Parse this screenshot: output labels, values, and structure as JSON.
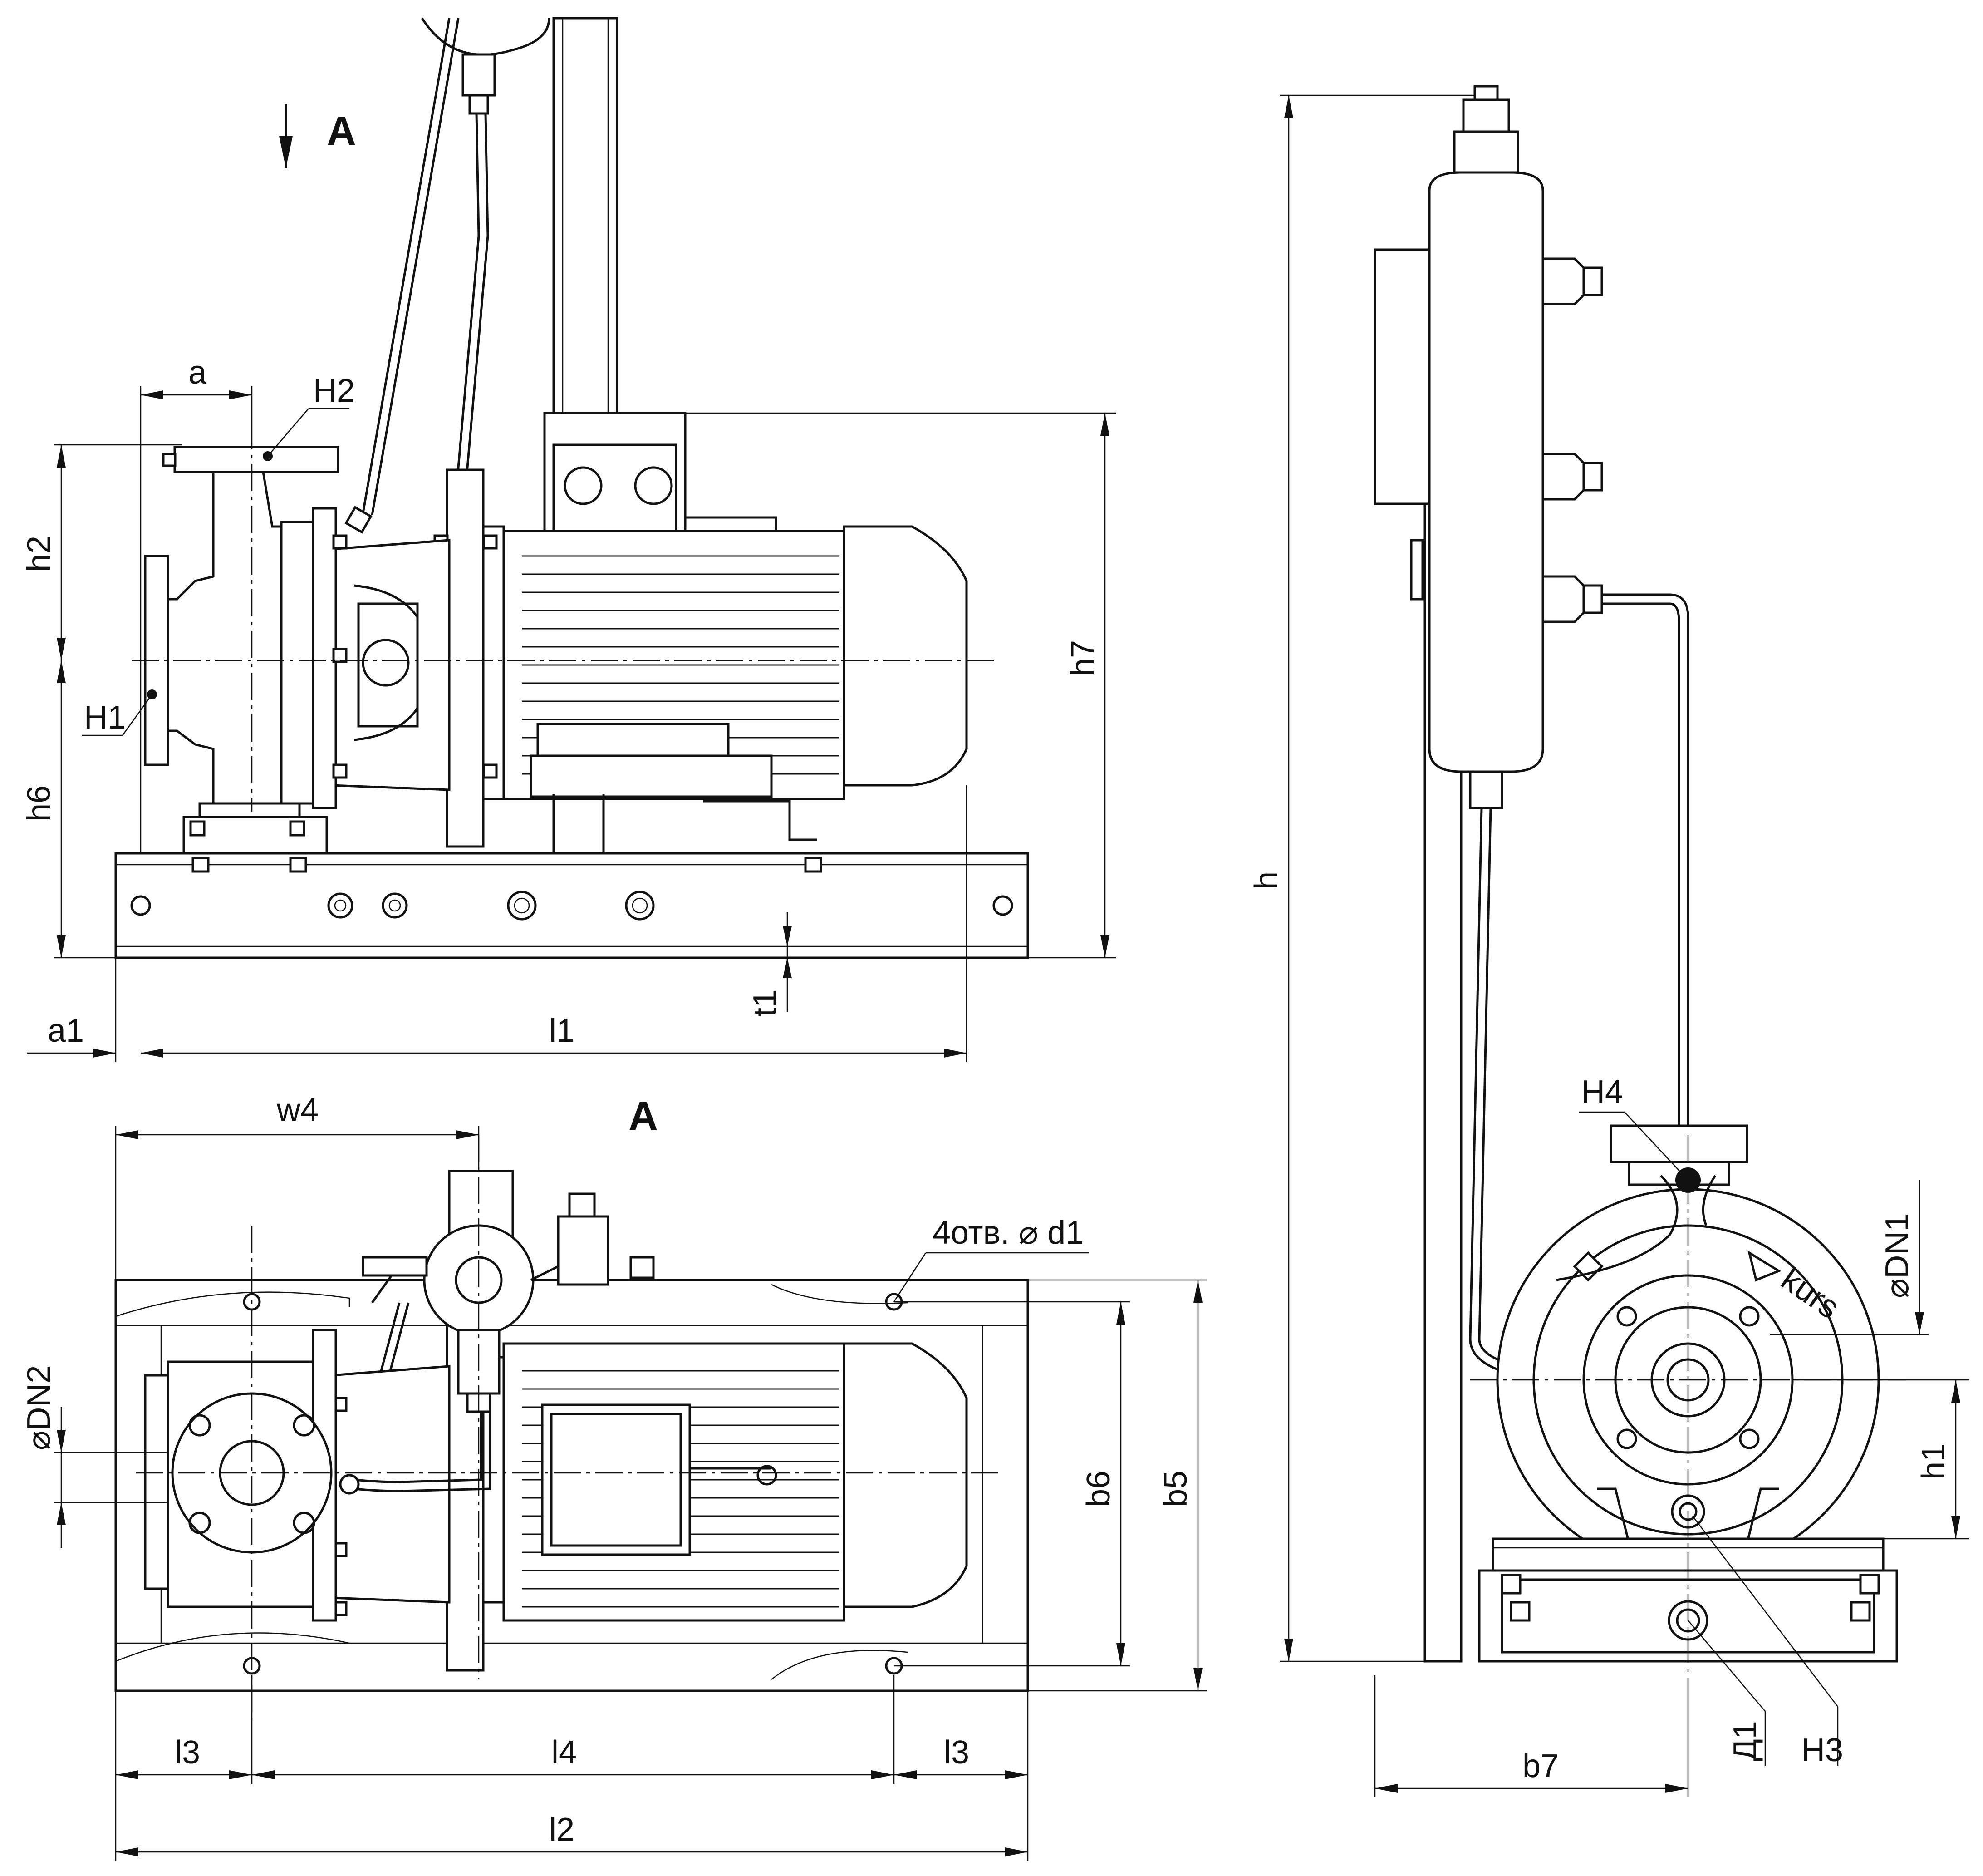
{
  "labels": {
    "view_arrow": "A",
    "view_title": "A",
    "a": "a",
    "a1": "a1",
    "l1": "l1",
    "l2": "l2",
    "l3_left": "l3",
    "l3_right": "l3",
    "l4": "l4",
    "w4": "w4",
    "h": "h",
    "h1": "h1",
    "h2": "h2",
    "h6": "h6",
    "h7": "h7",
    "t1": "t1",
    "b5": "b5",
    "b6": "b6",
    "b7": "b7",
    "H1": "Н1",
    "H2": "Н2",
    "H3": "Н3",
    "H4": "Н4",
    "D1": "Д1",
    "DN1": "⌀DN1",
    "DN2": "⌀DN2",
    "holes": "4отв. ⌀ d1",
    "brand": "kurs"
  },
  "colors": {
    "line": "#111111",
    "background": "#ffffff"
  }
}
